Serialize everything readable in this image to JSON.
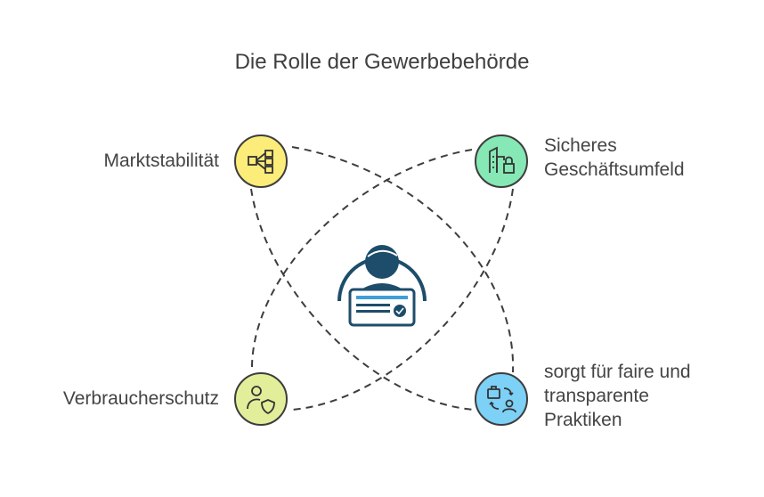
{
  "title": "Die Rolle der Gewerbebehörde",
  "center": {
    "icon": "official-with-id-card-icon"
  },
  "nodes": {
    "top_left": {
      "label": "Marktstabilität",
      "color": "#FCEC7A",
      "icon": "hierarchy-icon"
    },
    "top_right": {
      "label_lines": [
        "Sicheres",
        "Geschäftsumfeld"
      ],
      "color": "#86E8B4",
      "icon": "secure-buildings-icon"
    },
    "bottom_left": {
      "label": "Verbraucherschutz",
      "color": "#E3EE9A",
      "icon": "user-shield-icon"
    },
    "bottom_right": {
      "label_lines": [
        "sorgt für faire und",
        "transparente",
        "Praktiken"
      ],
      "color": "#7DD0F6",
      "icon": "briefcase-exchange-icon"
    }
  }
}
